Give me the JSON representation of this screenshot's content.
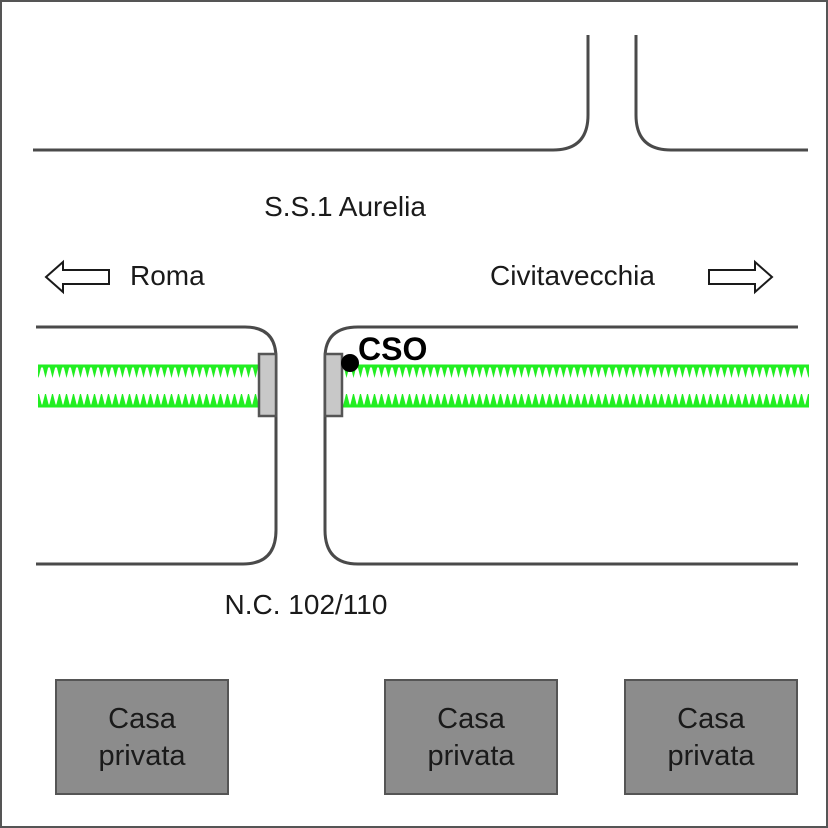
{
  "labels": {
    "road_name": "S.S.1 Aurelia",
    "left_direction": "Roma",
    "right_direction": "Civitavecchia",
    "point_label": "CSO",
    "address": "N.C. 102/110"
  },
  "houses": [
    {
      "line1": "Casa",
      "line2": "privata"
    },
    {
      "line1": "Casa",
      "line2": "privata"
    },
    {
      "line1": "Casa",
      "line2": "privata"
    }
  ],
  "colors": {
    "hedge": "#22ee22",
    "house_fill": "#8c8c8c",
    "gate_fill": "#c8c8c8",
    "road_line": "#4a4a4a",
    "frame": "#555555"
  },
  "icons": {
    "left_arrow": "arrow-left-outline-icon",
    "right_arrow": "arrow-right-outline-icon",
    "point_marker": "filled-dot-icon"
  }
}
